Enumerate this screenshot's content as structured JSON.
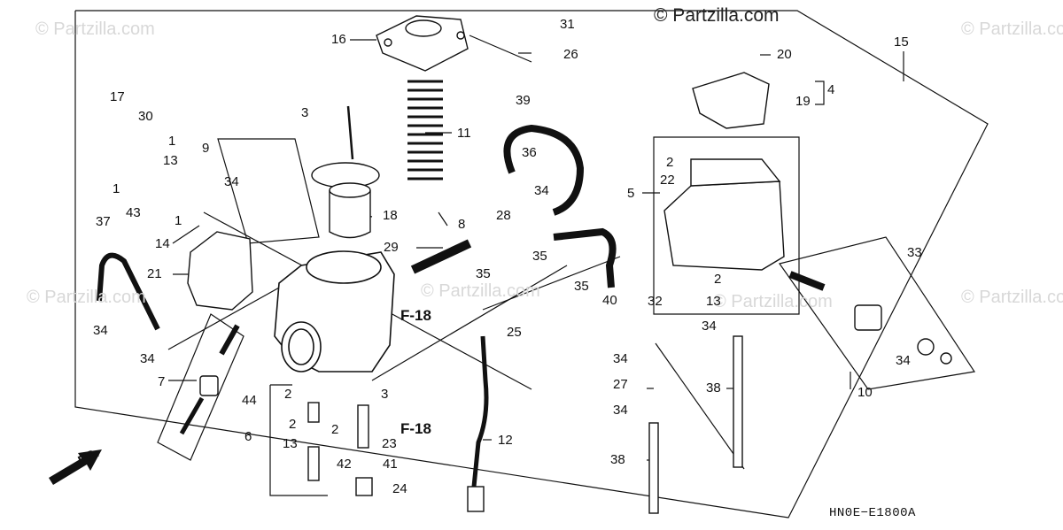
{
  "watermarks": {
    "main": "© Partzilla.com",
    "faint": "© Partzilla.com"
  },
  "diagram_code": "HN0E−E1800A",
  "front_label": "FR.",
  "section_ref": "F-18",
  "callouts": {
    "c1": "1",
    "c2": "2",
    "c3": "3",
    "c4": "4",
    "c5": "5",
    "c6": "6",
    "c7": "7",
    "c8": "8",
    "c9": "9",
    "c10": "10",
    "c11": "11",
    "c12": "12",
    "c13": "13",
    "c14": "14",
    "c15": "15",
    "c16": "16",
    "c17": "17",
    "c18": "18",
    "c19": "19",
    "c20": "20",
    "c21": "21",
    "c22": "22",
    "c23": "23",
    "c24": "24",
    "c25": "25",
    "c26": "26",
    "c27": "27",
    "c28": "28",
    "c29": "29",
    "c30": "30",
    "c31": "31",
    "c32": "32",
    "c33": "33",
    "c34": "34",
    "c35": "35",
    "c36": "36",
    "c37": "37",
    "c38": "38",
    "c39": "39",
    "c40": "40",
    "c41": "41",
    "c42": "42",
    "c43": "43",
    "c44": "44"
  },
  "colors": {
    "line": "#111111",
    "watermark": "#d8d8d8",
    "background": "#ffffff"
  }
}
